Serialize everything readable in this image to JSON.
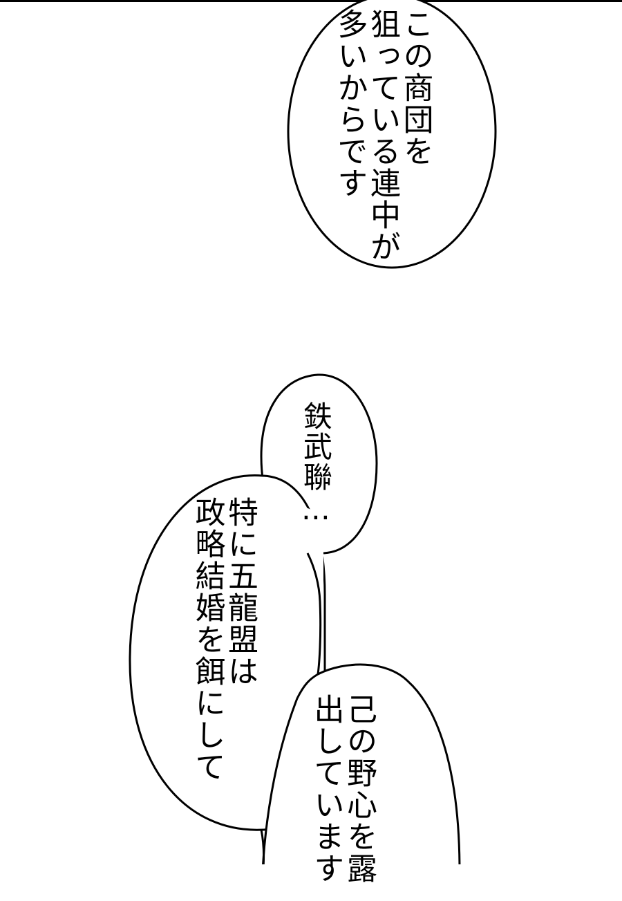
{
  "page": {
    "background": "#ffffff",
    "ink": "#000000"
  },
  "bubbles": [
    {
      "id": "bubble-1",
      "lines": [
        "この商団を",
        "狙っている連中が",
        "多いからです"
      ]
    },
    {
      "id": "bubble-2",
      "lines": [
        "鉄武聯…"
      ]
    },
    {
      "id": "bubble-3",
      "lines": [
        "特に五龍盟は",
        "政略結婚を餌にして"
      ]
    },
    {
      "id": "bubble-4",
      "lines": [
        "己の野心を露",
        "出しています"
      ]
    }
  ]
}
